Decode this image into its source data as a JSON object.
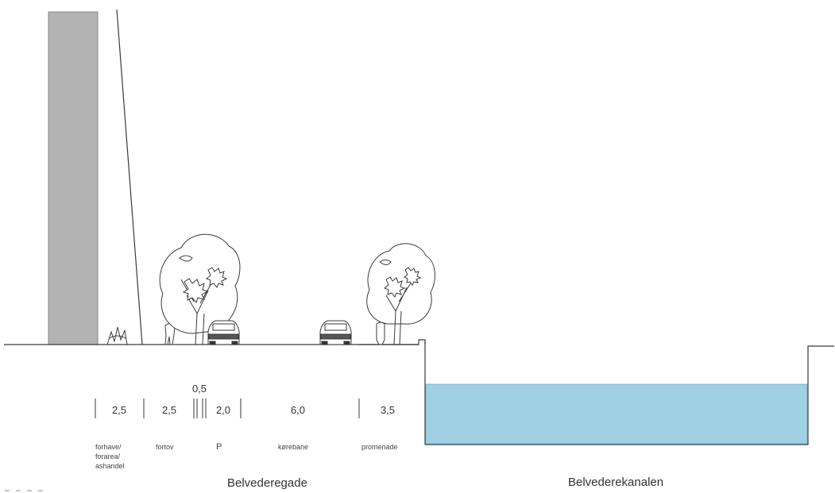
{
  "colors": {
    "building": "#b3b3b3",
    "water": "#9fd0e3",
    "line": "#3a3a3a",
    "text": "#333333"
  },
  "dimensions": {
    "forehave": "2,5",
    "fortov": "2,5",
    "gap": "0,5",
    "parking": "2,0",
    "korebane": "6,0",
    "promenade": "3,5"
  },
  "zones": {
    "forehave_line1": "forhave/",
    "forehave_line2": "forarea/",
    "forehave_line3": "ashandel",
    "fortov": "fortov",
    "parking": "P",
    "korebane": "kørebane",
    "promenade": "promenade"
  },
  "names": {
    "street": "Belvederegade",
    "canal": "Belvederekanalen"
  },
  "icons": [
    "building-facade",
    "tree-icon",
    "car-icon",
    "person-icon",
    "shrub-icon",
    "canal-water"
  ]
}
